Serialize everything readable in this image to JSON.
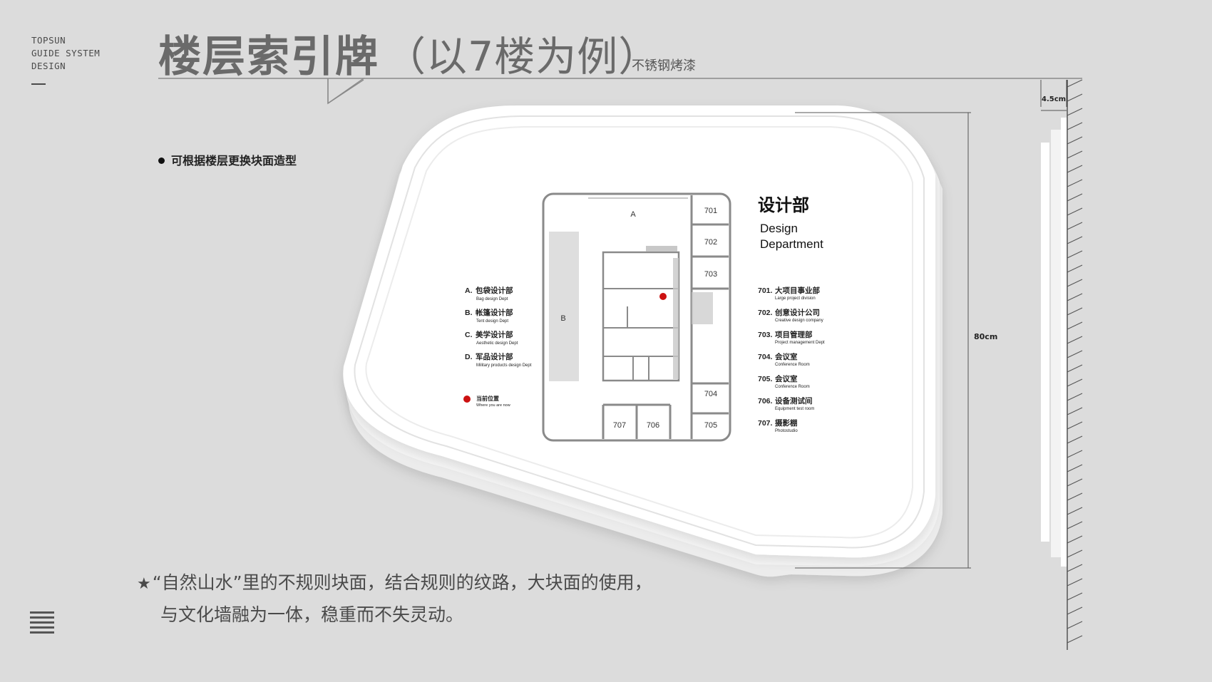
{
  "brand": {
    "line1": "TOPSUN",
    "line2": "GUIDE SYSTEM",
    "line3": "DESIGN"
  },
  "title": {
    "main": "楼层索引牌",
    "sub": "（以7楼为例）",
    "material": "不锈钢烤漆"
  },
  "note": "可根据楼层更换块面造型",
  "description": {
    "line1": "“自然山水”里的不规则块面，结合规则的纹路，大块面的使用，",
    "line2": "与文化墙融为一体，稳重而不失灵动。"
  },
  "dimensions": {
    "height": "80cm",
    "depth": "4.5cm"
  },
  "sign": {
    "department_cn": "设计部",
    "department_en_1": "Design",
    "department_en_2": "Department",
    "areas": [
      {
        "code": "A.",
        "name": "包袋设计部",
        "en": "Bag design Dept"
      },
      {
        "code": "B.",
        "name": "帐篷设计部",
        "en": "Tent design Dept"
      },
      {
        "code": "C.",
        "name": "美学设计部",
        "en": "Aesthetic design Dept"
      },
      {
        "code": "D.",
        "name": "军品设计部",
        "en": "Military products design Dept"
      }
    ],
    "current": {
      "name": "当前位置",
      "en": "Where you are now"
    },
    "rooms_list": [
      {
        "code": "701.",
        "name": "大项目事业部",
        "en": "Large project division"
      },
      {
        "code": "702.",
        "name": "创意设计公司",
        "en": "Creative design company"
      },
      {
        "code": "703.",
        "name": "项目管理部",
        "en": "Project management Dept"
      },
      {
        "code": "704.",
        "name": "会议室",
        "en": "Conference Room"
      },
      {
        "code": "705.",
        "name": "会议室",
        "en": "Conference Room"
      },
      {
        "code": "706.",
        "name": "设备测试间",
        "en": "Equipment test room"
      },
      {
        "code": "707.",
        "name": "摄影棚",
        "en": "Photostudio"
      }
    ],
    "map_labels": {
      "a": "A",
      "b": "B",
      "r701": "701",
      "r702": "702",
      "r703": "703",
      "r704": "704",
      "r705": "705",
      "r706": "706",
      "r707": "707"
    }
  },
  "colors": {
    "background": "#dcdcdc",
    "marker": "#cc1111",
    "map": "#8a8a8a"
  }
}
